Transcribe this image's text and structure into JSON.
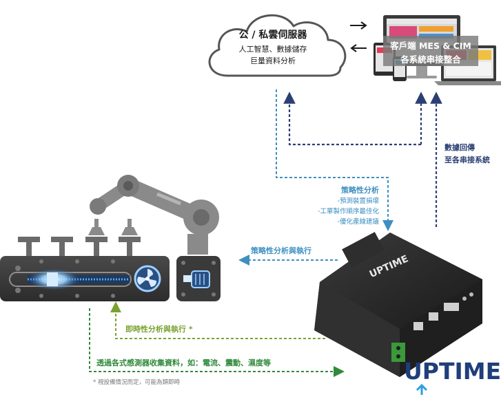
{
  "cloud": {
    "title": "公 / 私雲伺服器",
    "line1": "人工智慧、數據儲存",
    "line2": "巨量資料分析"
  },
  "client": {
    "line1": "客戶端 MES & CIM",
    "line2": "各系統串接整合"
  },
  "feedback": {
    "line1": "數據回傳",
    "line2": "至各串接系統"
  },
  "strategy": {
    "title": "策略性分析",
    "items": [
      "-預測裝置損壞",
      "-工單製作順序最佳化",
      "-優化產線建議"
    ]
  },
  "strategy_exec": "策略性分析與執行",
  "realtime_exec": "即時性分析與執行 *",
  "collect": "透過各式感測器收集資料，如：電流、震動、濕度等",
  "footnote": "* 視設備情況而定，可能為類即時",
  "brand": {
    "logo_text": "UPTIME",
    "device_text": "UPTIME"
  },
  "arrows": {
    "right": "→",
    "left": "←"
  },
  "colors": {
    "navy": "#2b3f73",
    "light_blue": "#3e8fc0",
    "lime": "#7aa230",
    "green": "#2f8a3a",
    "machine_dark": "#3a3a3a",
    "robot_gray": "#8a8a8a",
    "glow": "#9fd6ff"
  }
}
